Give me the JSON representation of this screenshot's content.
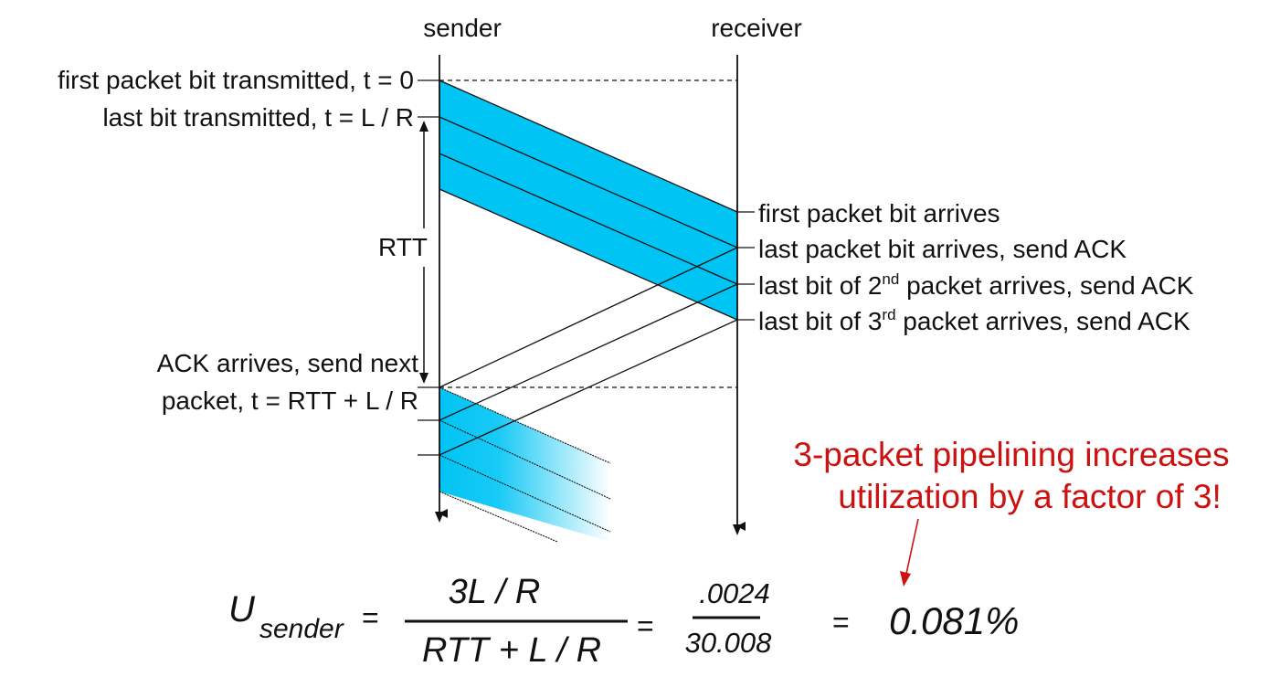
{
  "actors": {
    "sender": "sender",
    "receiver": "receiver"
  },
  "left_labels": {
    "first_bit": "first packet bit transmitted, t = 0",
    "last_bit": "last bit transmitted, t = L / R",
    "rtt": "RTT",
    "ack_line1": "ACK arrives, send next",
    "ack_line2": "packet, t = RTT + L / R"
  },
  "right_labels": {
    "first_arrives": "first packet bit arrives",
    "last_arrives": "last packet bit arrives, send ACK",
    "second_prefix": "last bit of 2",
    "second_sup": "nd",
    "second_suffix": " packet arrives, send ACK",
    "third_prefix": "last bit of 3",
    "third_sup": "rd",
    "third_suffix": " packet arrives, send ACK"
  },
  "callout": {
    "line1": "3-packet pipelining increases",
    "line2": "utilization by a factor of 3!"
  },
  "formula": {
    "u": "U",
    "u_sub": "sender",
    "eq": "=",
    "num1": "3L / R",
    "den1": "RTT + L / R",
    "num2": ".0024",
    "den2": "30.008",
    "result": "0.081%"
  },
  "colors": {
    "packet_fill": "#00c4f4",
    "callout": "#cc1111"
  }
}
